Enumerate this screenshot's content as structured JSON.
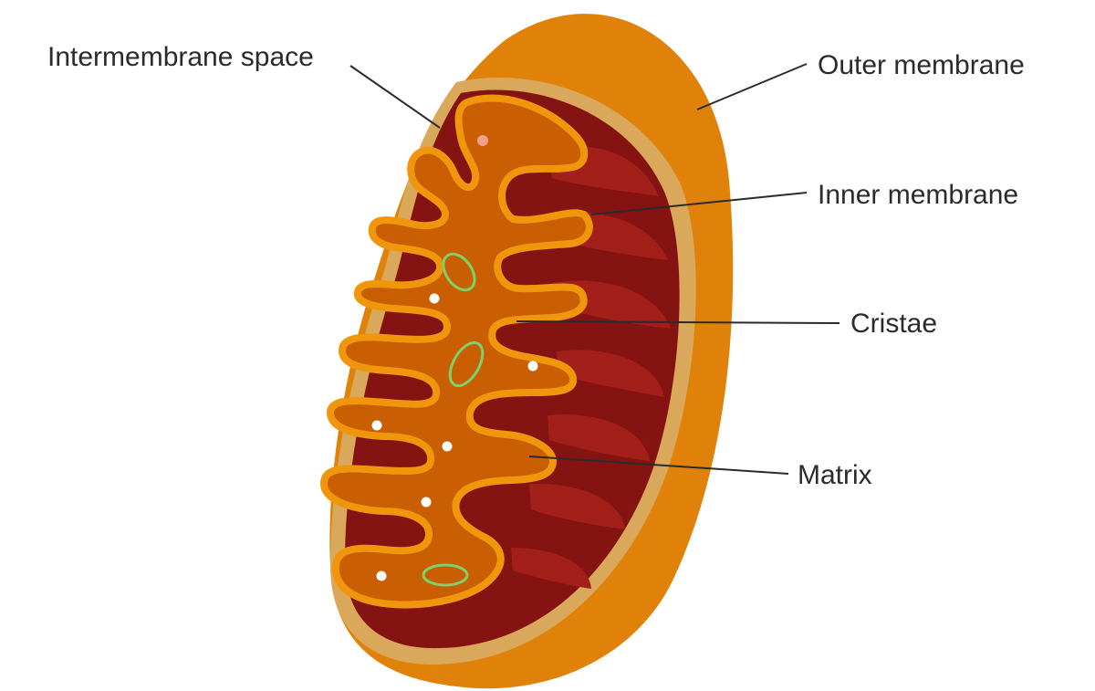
{
  "labels": {
    "intermembrane_space": "Intermembrane space",
    "outer_membrane": "Outer membrane",
    "inner_membrane": "Inner membrane",
    "cristae": "Cristae",
    "matrix": "Matrix"
  },
  "colors": {
    "outer_membrane": "#e0820a",
    "membrane_rim": "#d9a85a",
    "intermembrane_dark": "#851311",
    "intermembrane_light": "#a3201a",
    "matrix": "#c95e02",
    "inner_membrane_stroke": "#f0960c",
    "granule_ring": "#7ed06a",
    "dot": "#ffffff",
    "dot_accent": "#f2a08a",
    "leader_line": "#2b2b2b"
  }
}
